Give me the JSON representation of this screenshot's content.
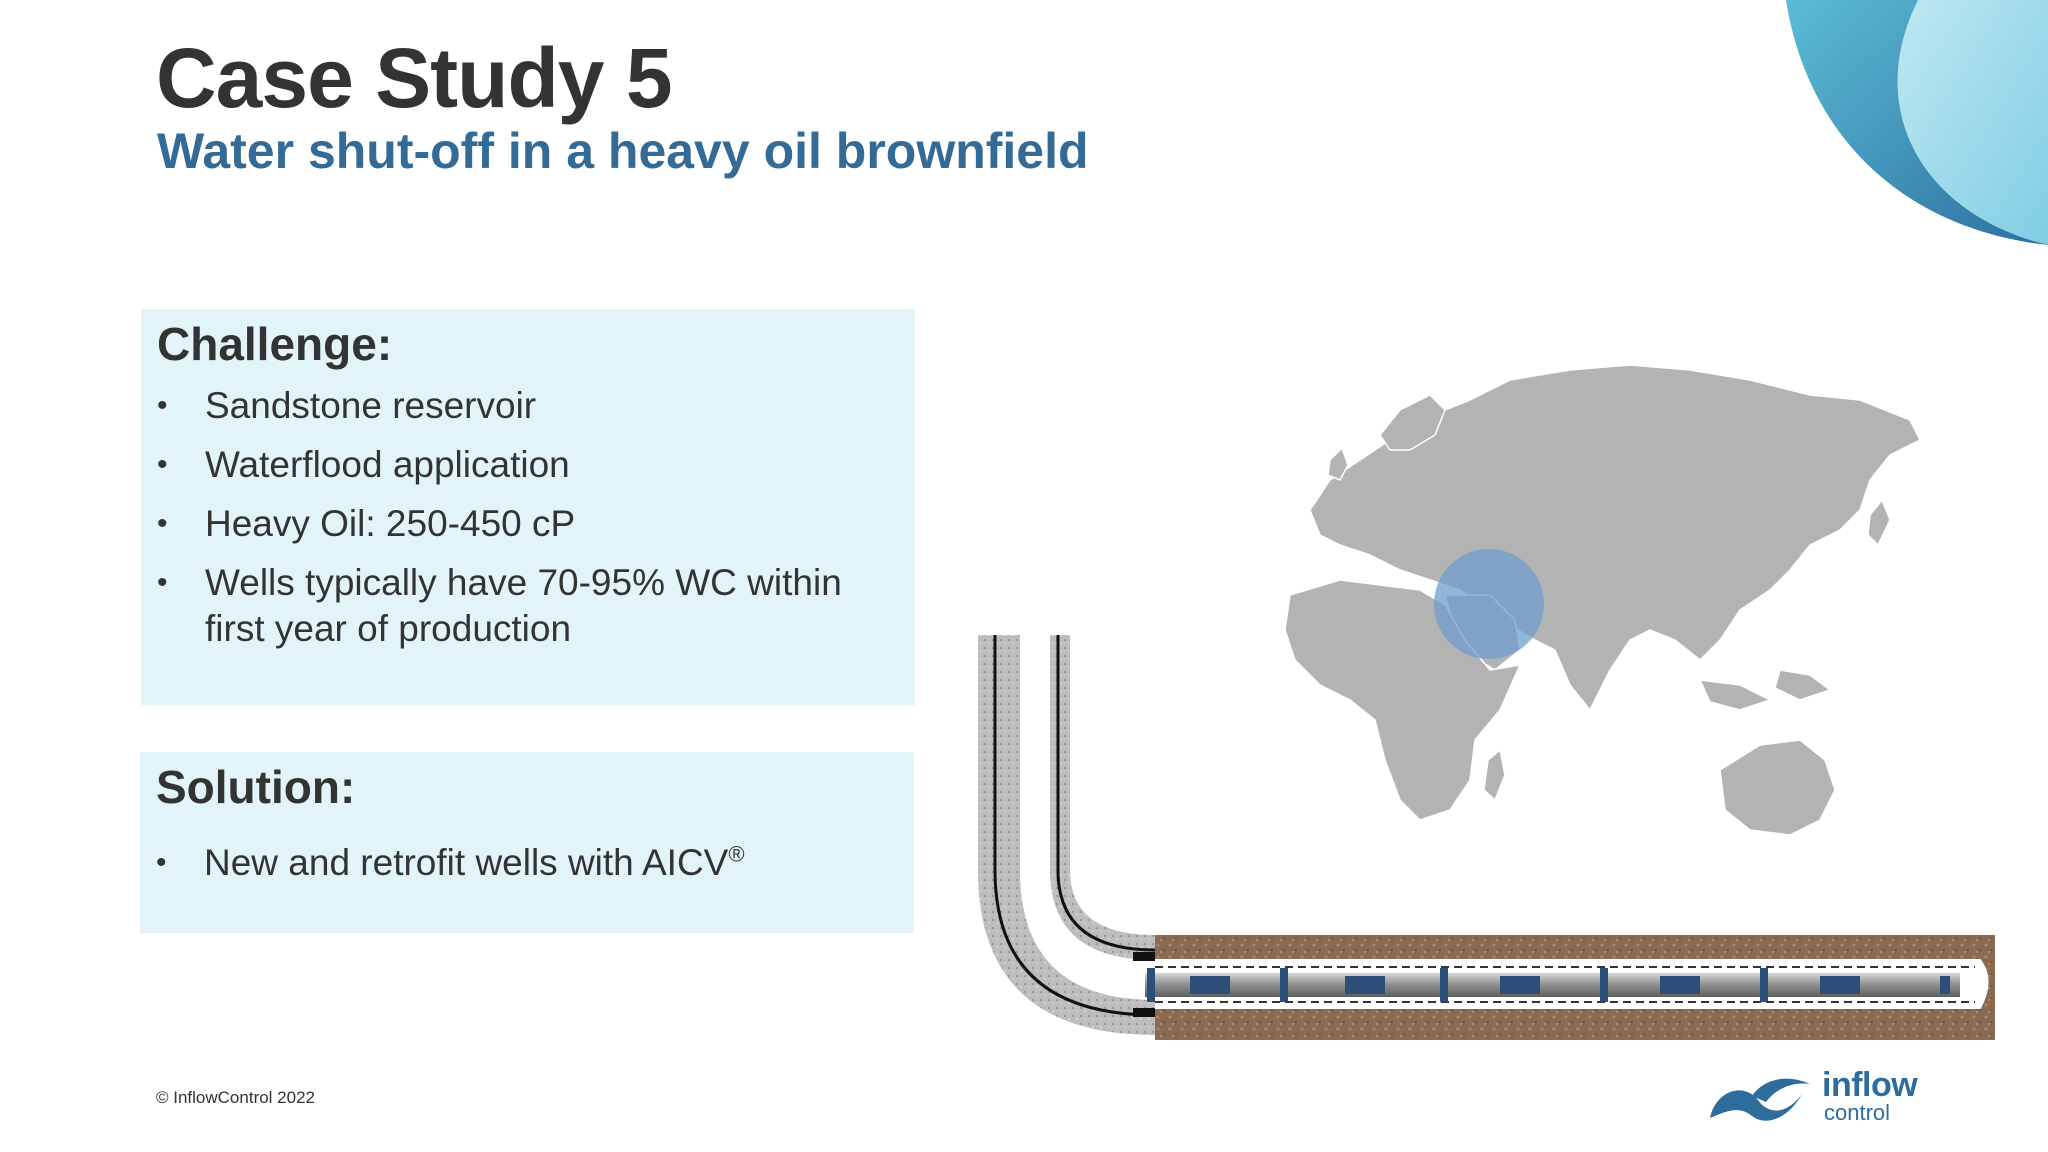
{
  "slide": {
    "title": "Case Study 5",
    "subtitle": "Water shut-off in a heavy oil brownfield"
  },
  "challenge": {
    "heading": "Challenge:",
    "bullets": [
      "Sandstone reservoir",
      "Waterflood application",
      "Heavy Oil:  250-450 cP",
      "Wells typically have 70-95% WC within first year of production"
    ]
  },
  "solution": {
    "heading": "Solution:",
    "bullet_text": "New and retrofit wells with AICV",
    "bullet_superscript": "®"
  },
  "footer": {
    "copyright": "© InflowControl 2022"
  },
  "logo": {
    "main": "inflow",
    "sub": "control"
  },
  "colors": {
    "title": "#333333",
    "subtitle": "#336b96",
    "box_background": "#e3f4f8",
    "map_land": "#b3b3b3",
    "highlight": "#6e9ccc",
    "brand": "#2e6c9c"
  },
  "icons": {
    "world_map": "world-map-illustration",
    "highlight_region": "middle-east-highlight-circle",
    "well": "horizontal-well-completion-diagram",
    "logo": "inflow-control-wave-logo"
  }
}
